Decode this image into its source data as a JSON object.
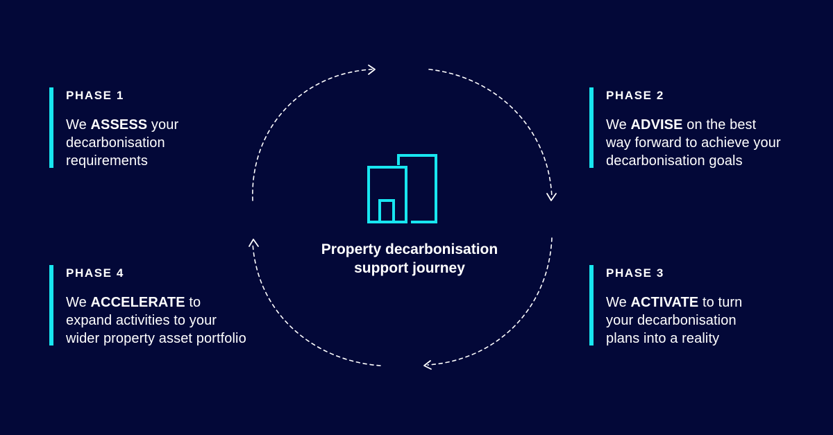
{
  "colors": {
    "background": "#030838",
    "accent": "#18e6f0",
    "text": "#ffffff"
  },
  "center": {
    "icon": "buildings-icon",
    "title_line1": "Property decarbonisation",
    "title_line2": "support journey"
  },
  "phases": [
    {
      "title": "PHASE 1",
      "prefix": "We ",
      "verb": "ASSESS",
      "rest1": " your",
      "line2": "decarbonisation",
      "line3": "requirements"
    },
    {
      "title": "PHASE 2",
      "prefix": "We ",
      "verb": "ADVISE",
      "rest1": " on the best",
      "line2": "way forward to achieve your",
      "line3": "decarbonisation goals"
    },
    {
      "title": "PHASE 3",
      "prefix": "We ",
      "verb": "ACTIVATE",
      "rest1": " to turn",
      "line2": "your decarbonisation",
      "line3": "plans into a reality"
    },
    {
      "title": "PHASE 4",
      "prefix": "We ",
      "verb": "ACCELERATE",
      "rest1": " to",
      "line2": "expand activities to your",
      "line3": "wider property asset portfolio"
    }
  ]
}
